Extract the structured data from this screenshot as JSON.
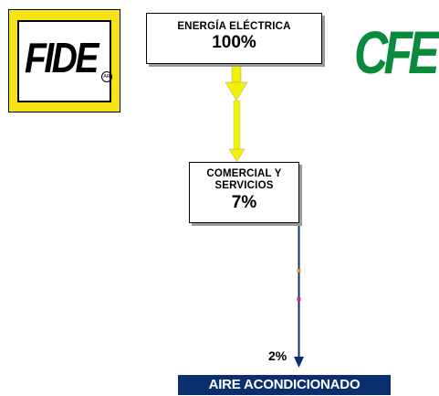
{
  "logos": {
    "left": {
      "text": "FIDE",
      "frame_color": "#f6e312"
    },
    "right": {
      "text": "CFE",
      "color": "#0a8a3c"
    }
  },
  "nodes": {
    "source": {
      "label": "ENERGÍA ELÉCTRICA",
      "percent": "100%"
    },
    "sector": {
      "label_line1": "COMERCIAL Y",
      "label_line2": "SERVICIOS",
      "percent": "7%"
    },
    "end_use": {
      "label": "AIRE ACONDICIONADO",
      "percent": "2%",
      "color": "#0b2f6e"
    }
  },
  "flows": {
    "top_arrow_color": "#f2f200",
    "bottom_arrow_color": "#0b2f6e"
  }
}
